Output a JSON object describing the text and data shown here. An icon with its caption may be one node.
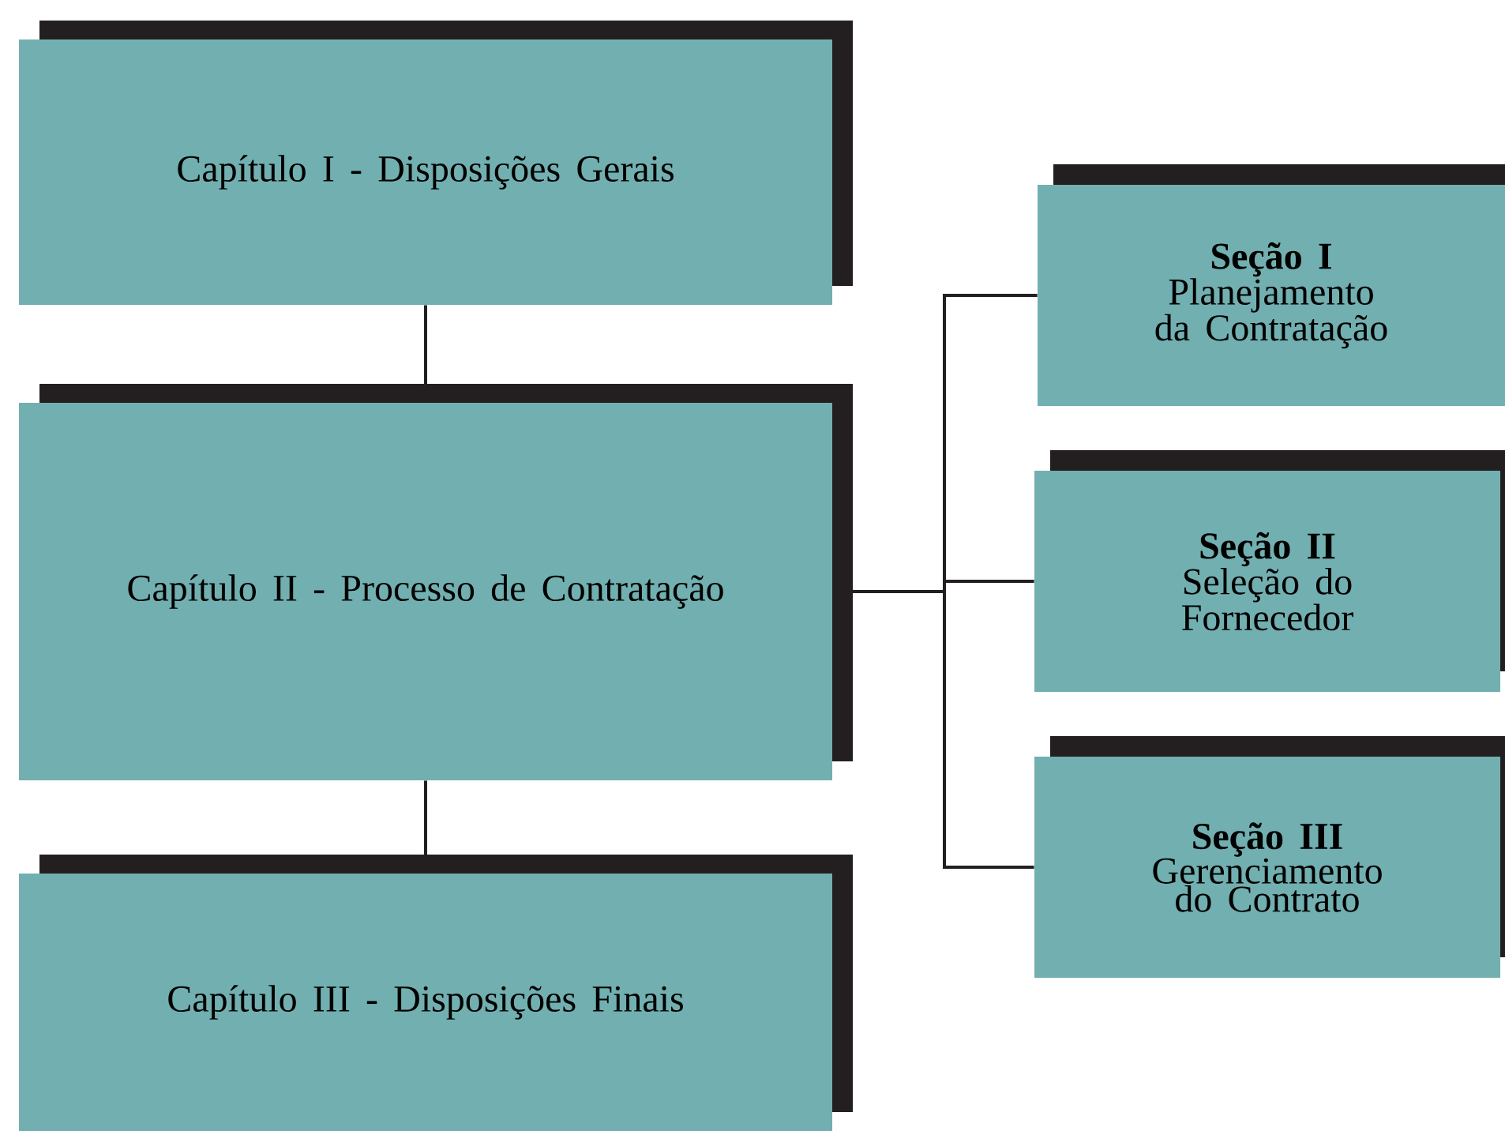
{
  "diagram": {
    "nodes": [
      {
        "text": [
          "Capítulo I - Disposições Gerais"
        ]
      },
      {
        "text": [
          "Capítulo II - Processo de Contratação"
        ]
      },
      {
        "text": [
          "Capítulo III - Disposições Finais"
        ]
      },
      {
        "text": [
          "Seção I",
          "Planejamento da Contratação"
        ]
      },
      {
        "text": [
          "Seção II",
          "Seleção do Fornecedor"
        ]
      },
      {
        "text": [
          "Seção III",
          "Gerenciamento do Contrato"
        ]
      }
    ],
    "edges": [
      {
        "from": 0,
        "to": 1,
        "arrow": "none"
      },
      {
        "from": 1,
        "to": 2,
        "arrow": "none"
      },
      {
        "from": 1,
        "to": 3,
        "arrow": "none"
      },
      {
        "from": 1,
        "to": 4,
        "arrow": "none"
      },
      {
        "from": 1,
        "to": 5,
        "arrow": "none"
      }
    ]
  }
}
